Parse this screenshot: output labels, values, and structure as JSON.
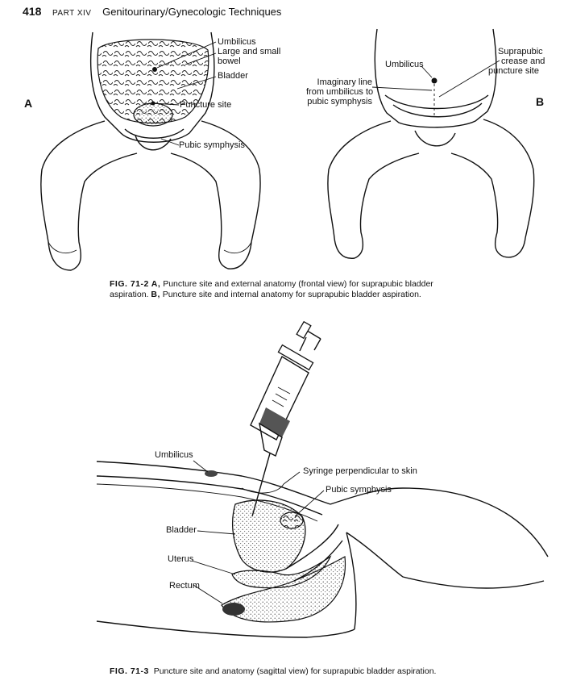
{
  "header": {
    "page_number": "418",
    "part": "PART XIV",
    "section_title": "Genitourinary/Gynecologic Techniques"
  },
  "figure_71_2": {
    "panel_a": {
      "letter": "A",
      "labels": {
        "umbilicus": "Umbilicus",
        "bowel_line1": "Large and small",
        "bowel_line2": "bowel",
        "bladder": "Bladder",
        "puncture_site": "Puncture site",
        "pubic_symphysis": "Pubic symphysis"
      }
    },
    "panel_b": {
      "letter": "B",
      "labels": {
        "umbilicus": "Umbilicus",
        "imaginary_line1": "Imaginary line",
        "imaginary_line2": "from umbilicus to",
        "imaginary_line3": "pubic symphysis",
        "suprapubic_line1": "Suprapubic",
        "suprapubic_line2": "crease and",
        "suprapubic_line3": "puncture site"
      }
    },
    "caption": {
      "number": "FIG. 71-2",
      "a_letter": "A,",
      "a_text": "Puncture site and external anatomy (frontal view) for suprapubic bladder",
      "line2_start": "aspiration.",
      "b_letter": "B,",
      "b_text": "Puncture site and internal anatomy for suprapubic bladder aspiration."
    }
  },
  "figure_71_3": {
    "labels": {
      "umbilicus": "Umbilicus",
      "syringe": "Syringe perpendicular to skin",
      "pubic_symphysis": "Pubic symphysis",
      "bladder": "Bladder",
      "uterus": "Uterus",
      "rectum": "Rectum"
    },
    "caption": {
      "number": "FIG. 71-3",
      "text": "Puncture site and anatomy (sagittal view) for suprapubic bladder aspiration."
    }
  }
}
